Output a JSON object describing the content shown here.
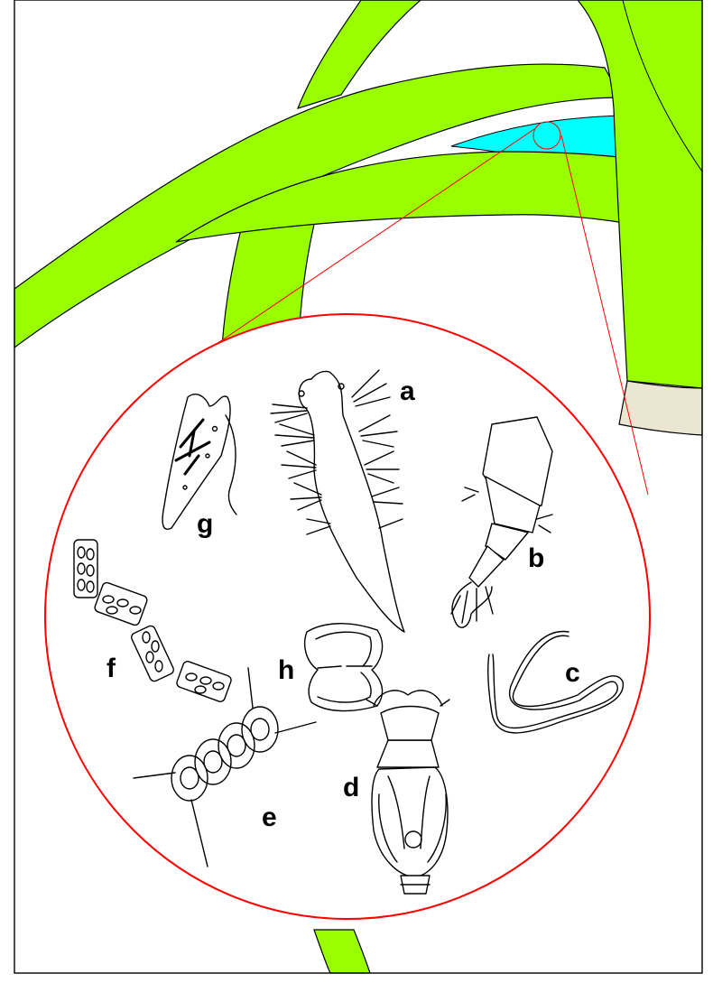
{
  "colors": {
    "leaf": "#99ff00",
    "water": "#00ffff",
    "stem_base": "#ebe6d2",
    "magnifier": "#ff0000",
    "outline": "#000000"
  },
  "labels": {
    "a": "a",
    "b": "b",
    "c": "c",
    "d": "d",
    "e": "e",
    "f": "f",
    "g": "g",
    "h": "h"
  }
}
